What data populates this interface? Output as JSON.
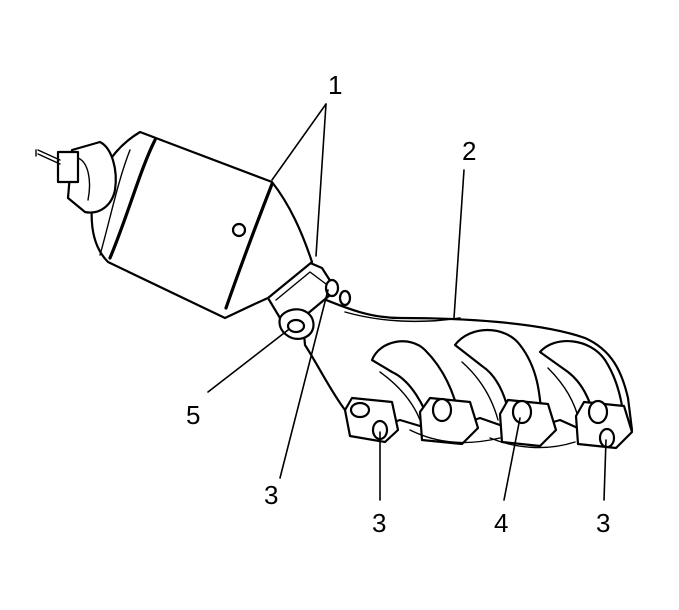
{
  "callouts": {
    "one": "1",
    "two": "2",
    "three_a": "3",
    "three_b": "3",
    "three_c": "3",
    "four": "4",
    "five": "5"
  }
}
